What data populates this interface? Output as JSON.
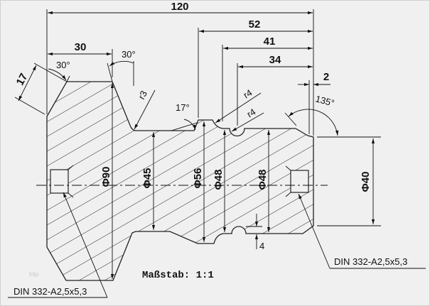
{
  "dimensions": {
    "overall_length": "120",
    "len_52": "52",
    "len_41": "41",
    "len_34": "34",
    "len_30": "30",
    "len_2": "2",
    "chamfer_17": "17",
    "angle_30_left": "30°",
    "angle_30_right": "30°",
    "angle_17": "17°",
    "angle_135": "135°",
    "radius_r3": "r3",
    "radius_r4_a": "r4",
    "radius_r4_b": "r4",
    "dia_90": "Φ90",
    "dia_45": "Φ45",
    "dia_56": "Φ56",
    "dia_48_a": "Φ48",
    "dia_48_b": "Φ48",
    "dia_40": "Φ40",
    "depth_4": "4"
  },
  "labels": {
    "center_hole_left": "DIN 332-A2,5x5,3",
    "center_hole_right": "DIN 332-A2,5x5,3",
    "scale": "Maßstab:  1:1",
    "watermark": "http"
  },
  "colors": {
    "background": "#f0f0f0",
    "line": "#111111"
  }
}
